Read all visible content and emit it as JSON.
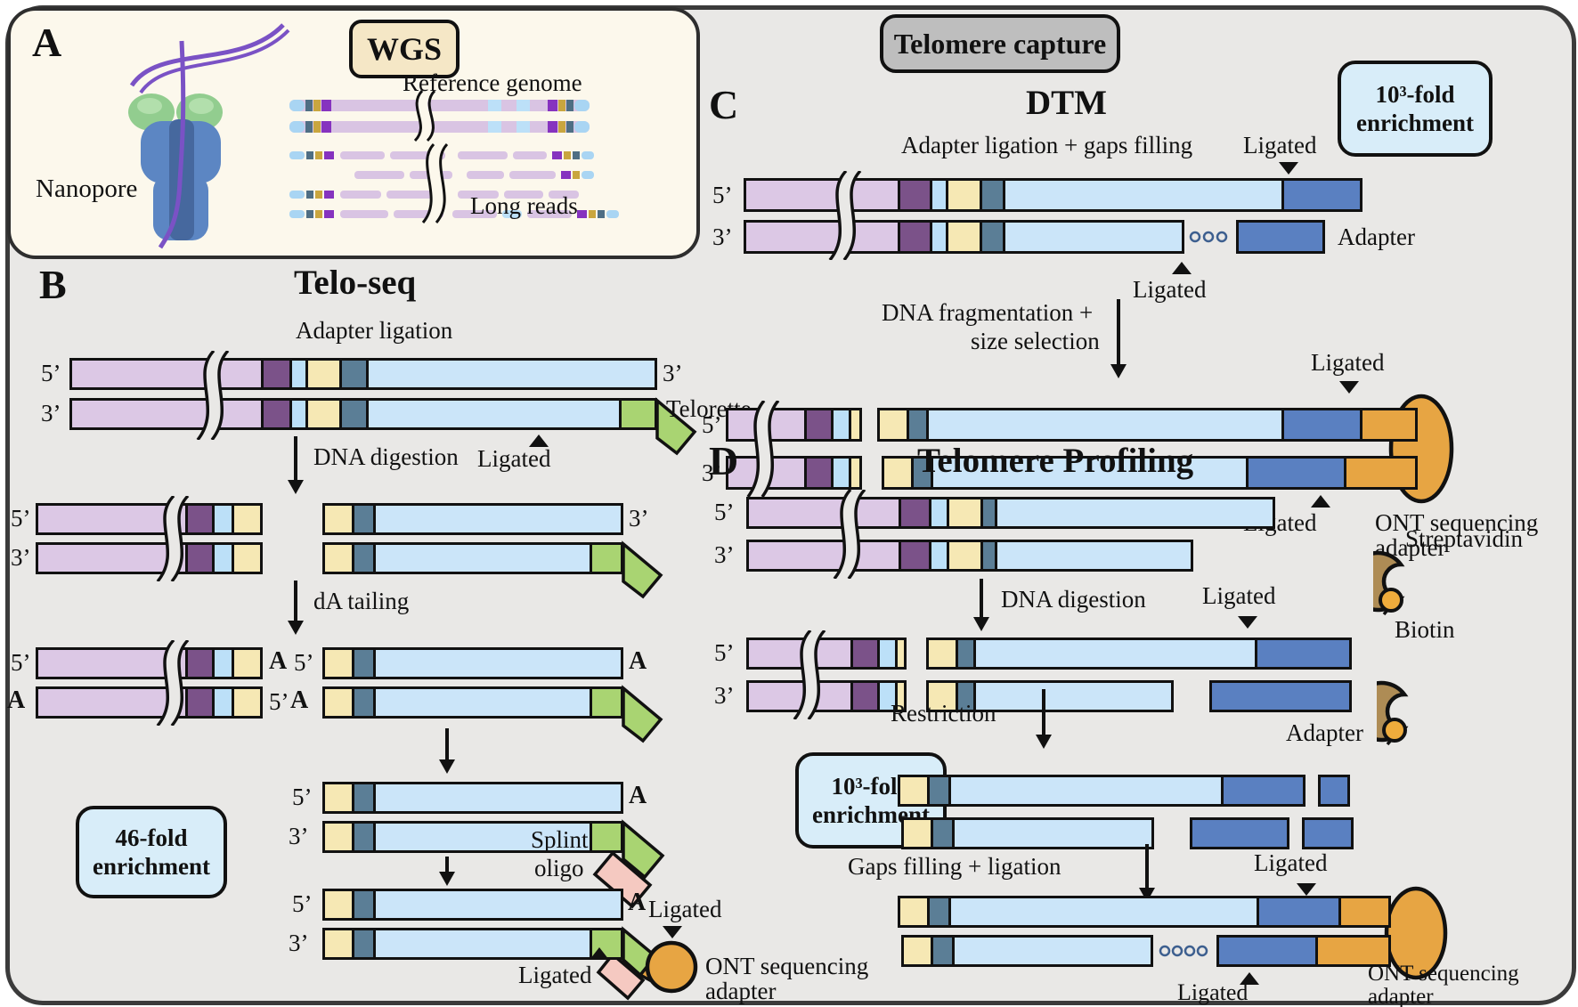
{
  "labels": {
    "five": "5’",
    "three": "3’",
    "a": "A",
    "ligated": "Ligated",
    "adapter": "Adapter",
    "telorette": "Telorette",
    "splint1": "Splint",
    "splint2": "oligo",
    "streptavidin": "Streptavidin",
    "biotin": "Biotin",
    "ont1": "ONT sequencing",
    "ont2": "adapter"
  },
  "panelA": {
    "letter": "A",
    "badge": "WGS",
    "nanopore": "Nanopore",
    "reference": "Reference genome",
    "reads": "Long reads"
  },
  "panelB": {
    "letter": "B",
    "title": "Telo-seq",
    "step_ligation": "Adapter ligation",
    "step_digestion": "DNA digestion",
    "step_tailing": "dA tailing",
    "badge1": "46-fold",
    "badge2": "enrichment"
  },
  "panelC": {
    "letter": "C",
    "group": "Telomere capture",
    "title": "DTM",
    "badge1": "10³-fold",
    "badge2": "enrichment",
    "step1": "Adapter ligation + gaps filling",
    "step2a": "DNA fragmentation +",
    "step2b": "size selection"
  },
  "panelD": {
    "letter": "D",
    "title": "Telomere Profiling",
    "badge1": "10³-fold",
    "badge2": "enrichment",
    "step1": "DNA digestion",
    "step2": "Restriction",
    "step3": "Gaps filling + ligation"
  },
  "colors": {
    "subtelomere_lavender": "#DCC8E5",
    "variable_purple": "#7B5289",
    "light_blue": "#BCE0F8",
    "cream": "#F6E8B4",
    "slate": "#5B7E96",
    "telomere_pale_blue": "#CBE5F9",
    "adapter_blue": "#5A80C1",
    "telorette_green": "#A9D472",
    "splint_pink": "#F5C9C1",
    "ont_orange": "#E7A543",
    "streptavidin_brown": "#AE8C55",
    "biotin_orange": "#EFAC3C",
    "panel_gray": "#E9E8E6",
    "panel_cream": "#FCF8EC"
  }
}
